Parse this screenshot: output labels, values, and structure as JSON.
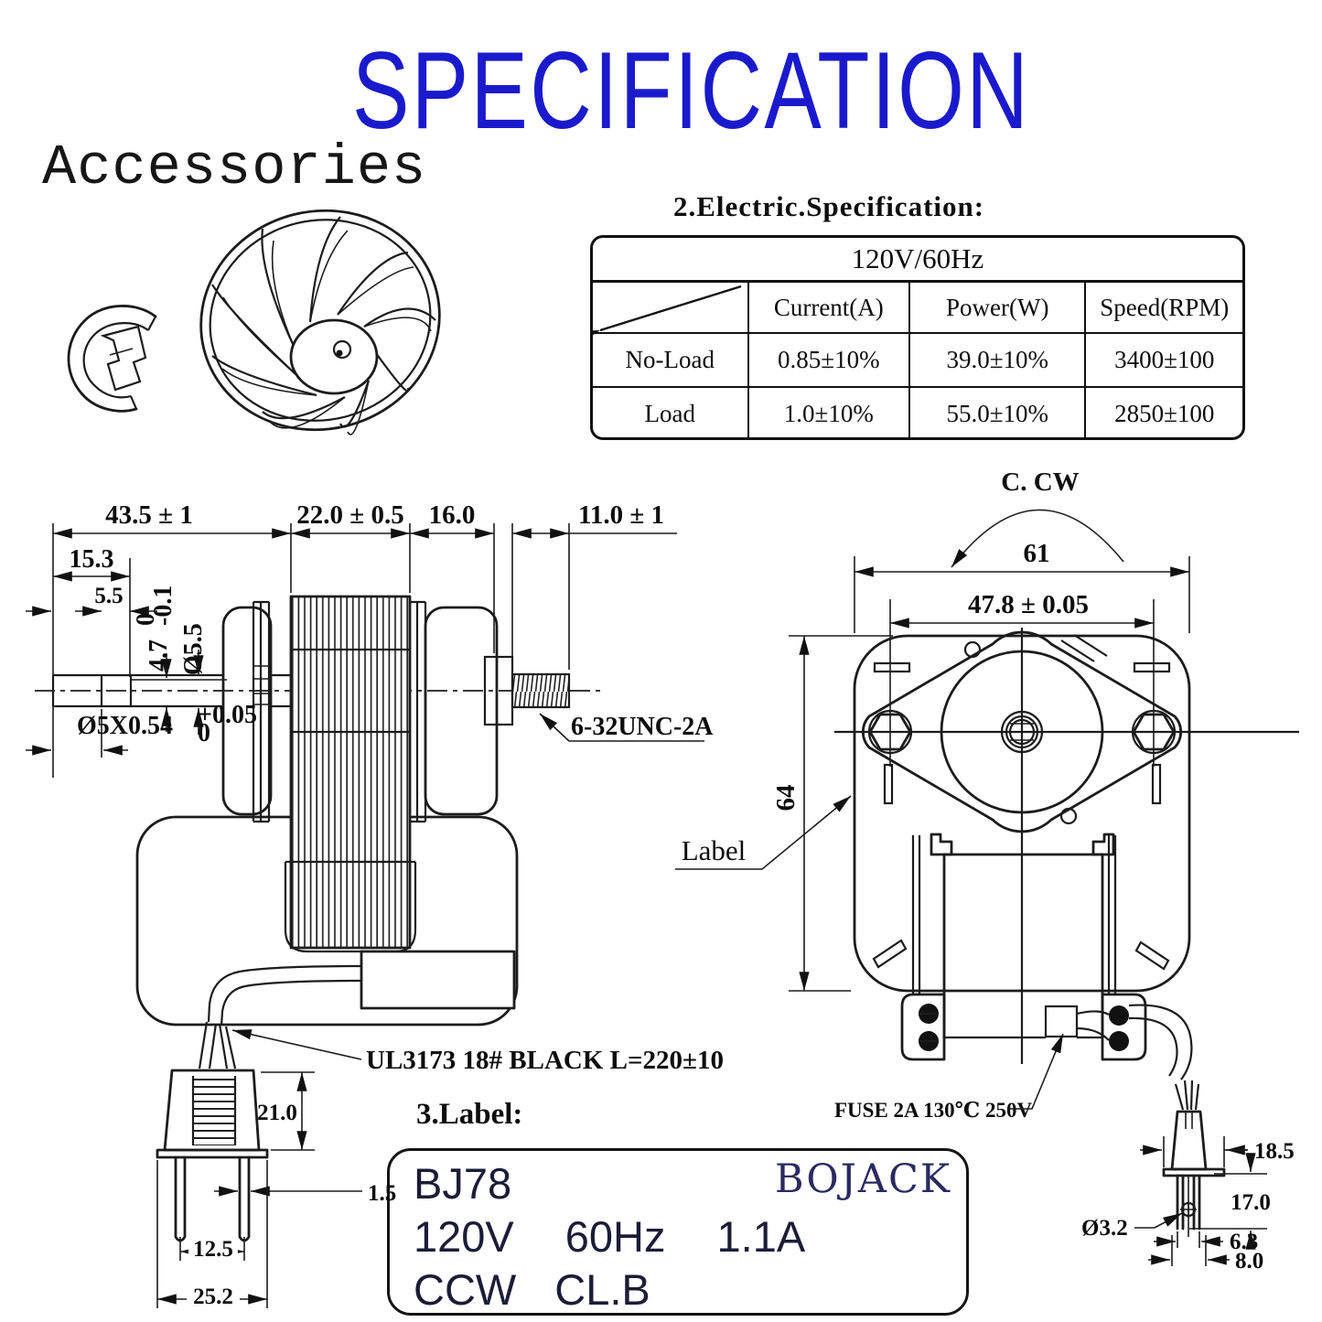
{
  "title": "SPECIFICATION",
  "accessories_heading": "Accessories",
  "electric": {
    "heading": "2.Electric.Specification:",
    "voltage_header": "120V/60Hz",
    "col_current": "Current(A)",
    "col_power": "Power(W)",
    "col_speed": "Speed(RPM)",
    "rows": [
      {
        "name": "No-Load",
        "current": "0.85±10%",
        "power": "39.0±10%",
        "speed": "3400±100"
      },
      {
        "name": "Load",
        "current": "1.0±10%",
        "power": "55.0±10%",
        "speed": "2850±100"
      }
    ]
  },
  "side_view": {
    "dim_total": "43.5 ± 1",
    "dim_stack": "22.0 ± 0.5",
    "dim_rear": "16.0",
    "dim_thread_len": "11.0 ± 1",
    "dim_153": "15.3",
    "dim_55": "5.5",
    "dim_flat": "4.7",
    "dim_flat_tol_top": "0",
    "dim_flat_tol_bot": "-0.1",
    "dim_shaft_d": "Ø5.5",
    "dim_flat_spec": "Ø5X0.54",
    "dim_flat_spec_tol_top": "+0.05",
    "dim_flat_spec_tol_bot": "0",
    "thread_label": "6-32UNC-2A",
    "wire_label": "UL3173 18# BLACK L=220±10",
    "plug": {
      "dim_height": "21.0",
      "dim_pin_w": "1.5",
      "dim_pitch": "12.5",
      "dim_width": "25.2"
    }
  },
  "front_view": {
    "rotation": "C. CW",
    "dim_width_outer": "61",
    "dim_bolt_pitch": "47.8 ± 0.05",
    "dim_height": "64",
    "label_callout": "Label",
    "fuse_label": "FUSE 2A 130℃ 250V",
    "plug": {
      "dim_w": "18.5",
      "dim_h": "17.0",
      "dim_hole": "Ø3.2",
      "dim_p1": "6.3",
      "dim_p2": "8.0"
    }
  },
  "label_plate": {
    "heading": "3.Label:",
    "model": "BJ78",
    "brand": "BOJACK",
    "volt": "120V",
    "freq": "60Hz",
    "amp": "1.1A",
    "rotation": "CCW",
    "ins_class": "CL.B"
  },
  "colors": {
    "title_blue": "#1a1acc",
    "ink": "#1c1c1c"
  }
}
